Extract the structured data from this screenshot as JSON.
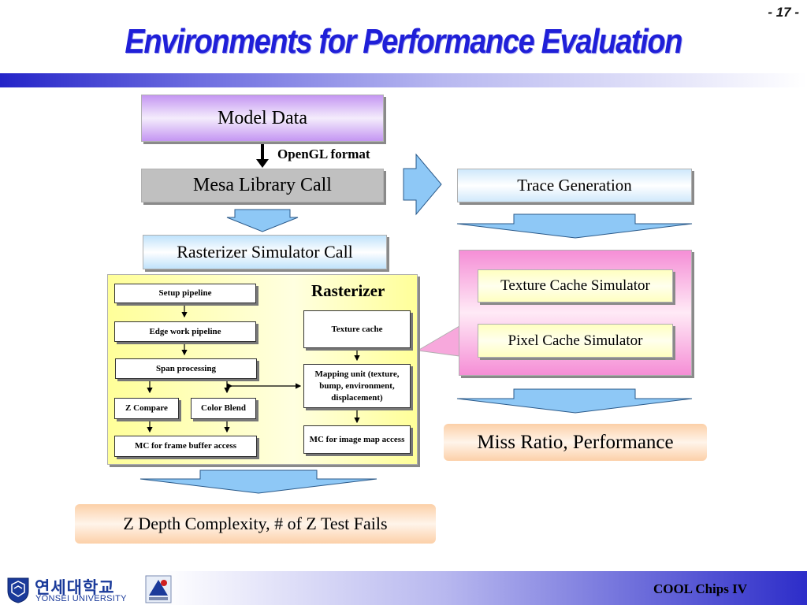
{
  "page": {
    "title": "Environments for Performance Evaluation",
    "number": "- 17 -"
  },
  "diagram": {
    "model_data": "Model Data",
    "opengl_format": "OpenGL format",
    "mesa_call": "Mesa Library Call",
    "rasterizer_sim_call": "Rasterizer Simulator Call",
    "rasterizer_title": "Rasterizer",
    "rasterizer_blocks": {
      "setup_pipeline": "Setup pipeline",
      "edge_work_pipeline": "Edge work pipeline",
      "span_processing": "Span processing",
      "z_compare": "Z Compare",
      "color_blend": "Color Blend",
      "mc_frame_buffer": "MC for frame buffer access",
      "texture_cache": "Texture cache",
      "mapping_unit": "Mapping unit (texture, bump, environment, displacement)",
      "mc_image_map": "MC for image map access"
    },
    "z_depth": "Z Depth Complexity, # of Z Test Fails",
    "trace_generation": "Trace Generation",
    "texture_cache_sim": "Texture Cache Simulator",
    "pixel_cache_sim": "Pixel Cache Simulator",
    "miss_ratio": "Miss Ratio, Performance"
  },
  "footer": {
    "conference": "COOL Chips IV",
    "university_korean": "연세대학교",
    "university_english": "YONSEI UNIVERSITY"
  },
  "colors": {
    "title": "#1f1fd8",
    "model_data": "#c89cf2",
    "mesa": "#c0c0c0",
    "light_blue": "#cfe8fb",
    "rasterizer_bg": "#ffff9c",
    "cache_panel": "#f7a8dc",
    "cache_box": "#ffffd0",
    "result_box": "#fcd2ac",
    "arrow_blue": "#8ec8f6"
  }
}
